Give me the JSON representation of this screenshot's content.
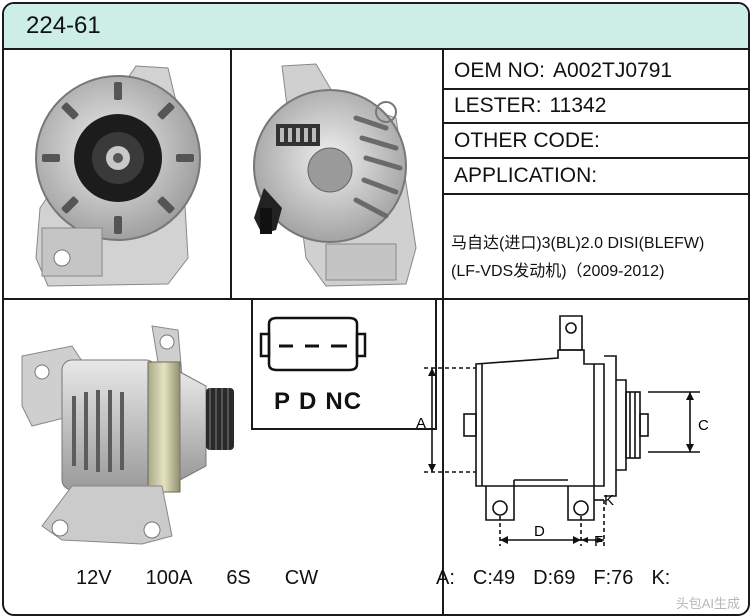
{
  "header": {
    "code": "224-61"
  },
  "specs": {
    "oem_label": "OEM NO:",
    "oem_value": "A002TJ0791",
    "lester_label": "LESTER:",
    "lester_value": "11342",
    "other_label": "OTHER CODE:",
    "other_value": "",
    "application_label": "APPLICATION:",
    "application_value": ""
  },
  "application_text": {
    "line1": "马自达(进口)3(BL)2.0 DISI(BLEFW)",
    "line2": "(LF-VDS发动机)（2009-2012)"
  },
  "plug": {
    "p": "P",
    "d": "D",
    "nc": "NC"
  },
  "bottom_specs": {
    "voltage": "12V",
    "amperage": "100A",
    "grooves": "6S",
    "rotation": "CW"
  },
  "drawing": {
    "label_a": "A",
    "label_c": "C",
    "label_d": "D",
    "label_f": "F",
    "label_k": "K"
  },
  "dimensions": {
    "a": "A:",
    "c": "C:49",
    "d": "D:69",
    "f": "F:76",
    "k": "K:"
  },
  "watermark": "头包AI生成",
  "colors": {
    "header_bg": "#cdeee6",
    "border": "#1a1a1a"
  }
}
